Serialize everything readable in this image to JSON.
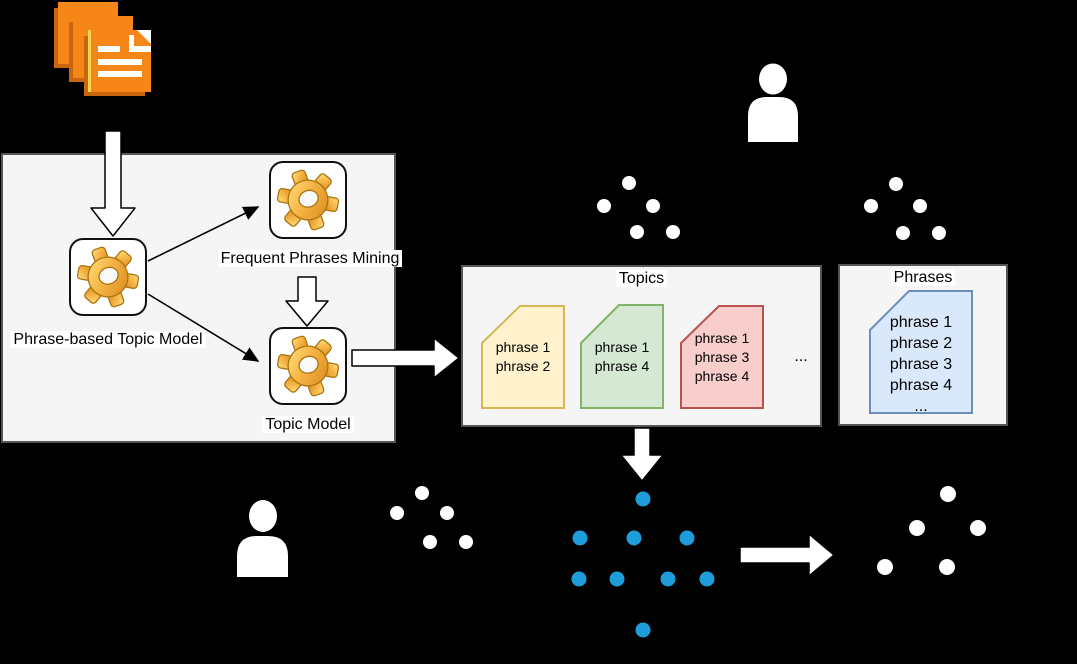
{
  "diagram": {
    "pipeline": {
      "model_label": "Phrase-based Topic Model",
      "mining_label": "Frequent Phrases Mining",
      "topic_model_label": "Topic Model"
    },
    "topics_panel": {
      "title": "Topics",
      "ellipsis": "...",
      "documents": [
        {
          "color_name": "yellow",
          "lines": [
            "phrase 1",
            "phrase 2"
          ]
        },
        {
          "color_name": "green",
          "lines": [
            "phrase 1",
            "phrase 4"
          ]
        },
        {
          "color_name": "red",
          "lines": [
            "phrase 1",
            "phrase 3",
            "phrase 4"
          ]
        }
      ]
    },
    "phrases_panel": {
      "title": "Phrases",
      "document_lines": [
        "phrase 1",
        "phrase 2",
        "phrase 3",
        "phrase 4",
        "..."
      ]
    },
    "colors": {
      "background": "#000000",
      "panel_fill": "#f5f5f5",
      "panel_border": "#555555",
      "doc_yellow_fill": "#FFF2CC",
      "doc_yellow_stroke": "#D6B656",
      "doc_green_fill": "#D5E8D4",
      "doc_green_stroke": "#82B366",
      "doc_red_fill": "#F8CECC",
      "doc_red_stroke": "#B85450",
      "doc_blue_fill": "#DAE8FC",
      "doc_blue_stroke": "#6C8EBF",
      "blue_node": "#1E9DDB",
      "orange_document": "#F58617",
      "gear_gold": "#F0AC3E"
    }
  }
}
